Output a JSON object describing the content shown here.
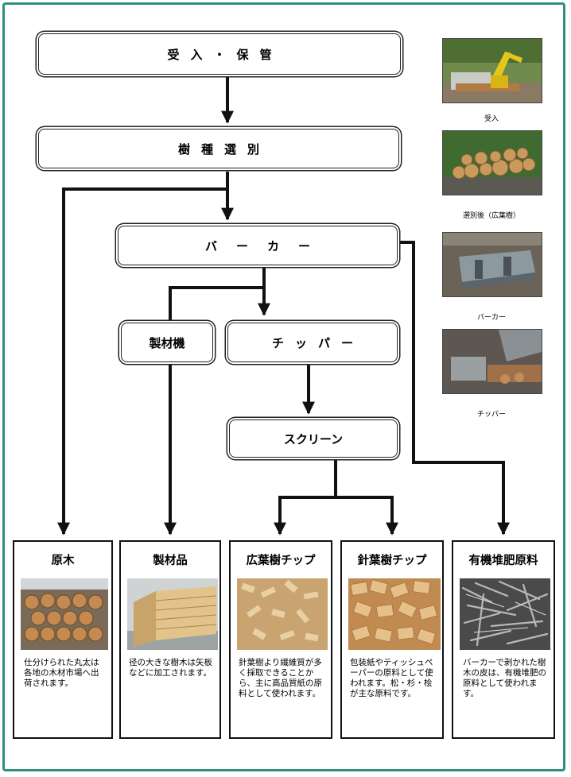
{
  "nodes": {
    "receive": "受入・保管",
    "sort": "樹種選別",
    "barker": "バーカー",
    "sawmill": "製材機",
    "chipper": "チッパー",
    "screen": "スクリーン"
  },
  "photos": [
    {
      "icon": "excavator-photo",
      "caption": "受入"
    },
    {
      "icon": "log-pile-photo",
      "caption": "選別後（広葉樹）"
    },
    {
      "icon": "barker-machine-photo",
      "caption": "バーカー"
    },
    {
      "icon": "chipper-machine-photo",
      "caption": "チッパー"
    }
  ],
  "products": [
    {
      "title": "原木",
      "icon": "log-stack-photo",
      "text": "仕分けられた丸太は各地の木材市場へ出荷されます。"
    },
    {
      "title": "製材品",
      "icon": "lumber-stack-photo",
      "text": "径の大きな樹木は矢板などに加工されます。"
    },
    {
      "title": "広葉樹チップ",
      "icon": "hardwood-chips-photo",
      "text": "針葉樹より繊維質が多く採取できることから、主に高品質紙の原料として使われます。"
    },
    {
      "title": "針葉樹チップ",
      "icon": "softwood-chips-photo",
      "text": "包装紙やティッシュペーパーの原料として使われます。松・杉・桧が主な原料です。"
    },
    {
      "title": "有機堆肥原料",
      "icon": "bark-mulch-photo",
      "text": "バーカーで剥かれた樹木の皮は、有機堆肥の原料として使われます。"
    }
  ],
  "colors": {
    "frame": "#2f8f7f",
    "line": "#111111"
  }
}
